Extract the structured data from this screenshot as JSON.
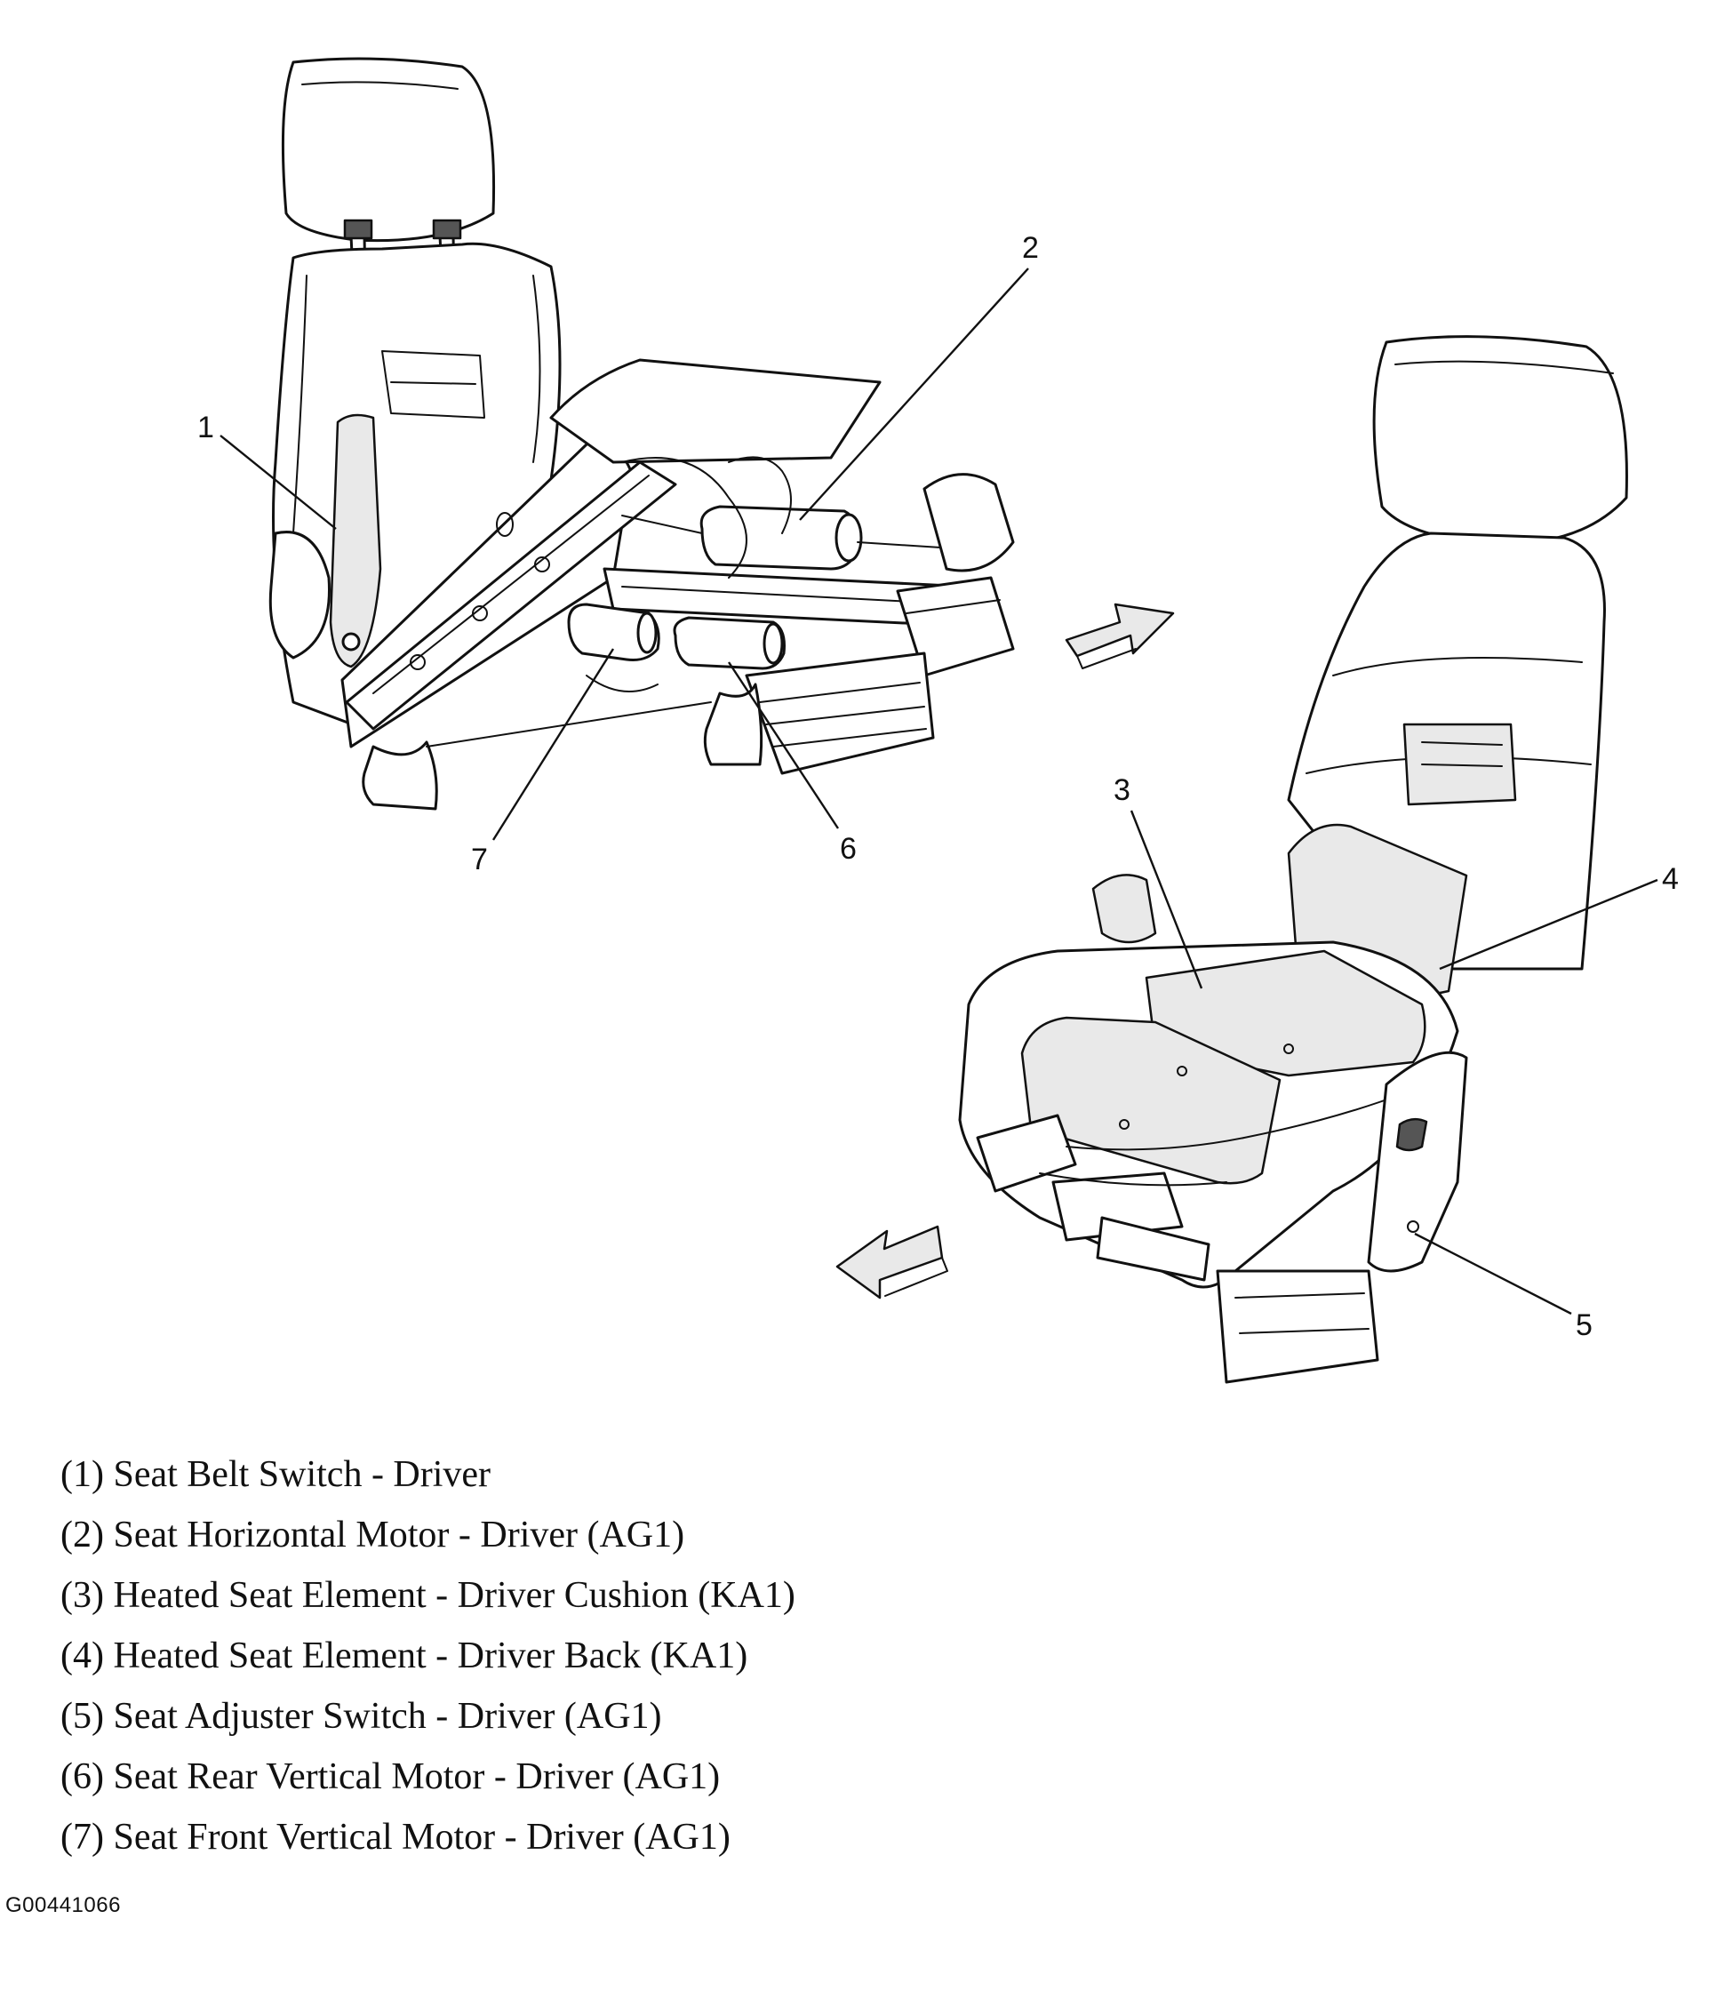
{
  "callouts": [
    "1",
    "2",
    "3",
    "4",
    "5",
    "6",
    "7"
  ],
  "legend": [
    "(1) Seat Belt Switch - Driver",
    "(2) Seat Horizontal Motor - Driver (AG1)",
    "(3) Heated Seat Element - Driver Cushion (KA1)",
    "(4) Heated Seat Element - Driver Back (KA1)",
    "(5) Seat Adjuster Switch - Driver (AG1)",
    "(6) Seat Rear Vertical Motor - Driver (AG1)",
    "(7) Seat Front Vertical Motor - Driver (AG1)"
  ],
  "figure_code": "G00441066"
}
